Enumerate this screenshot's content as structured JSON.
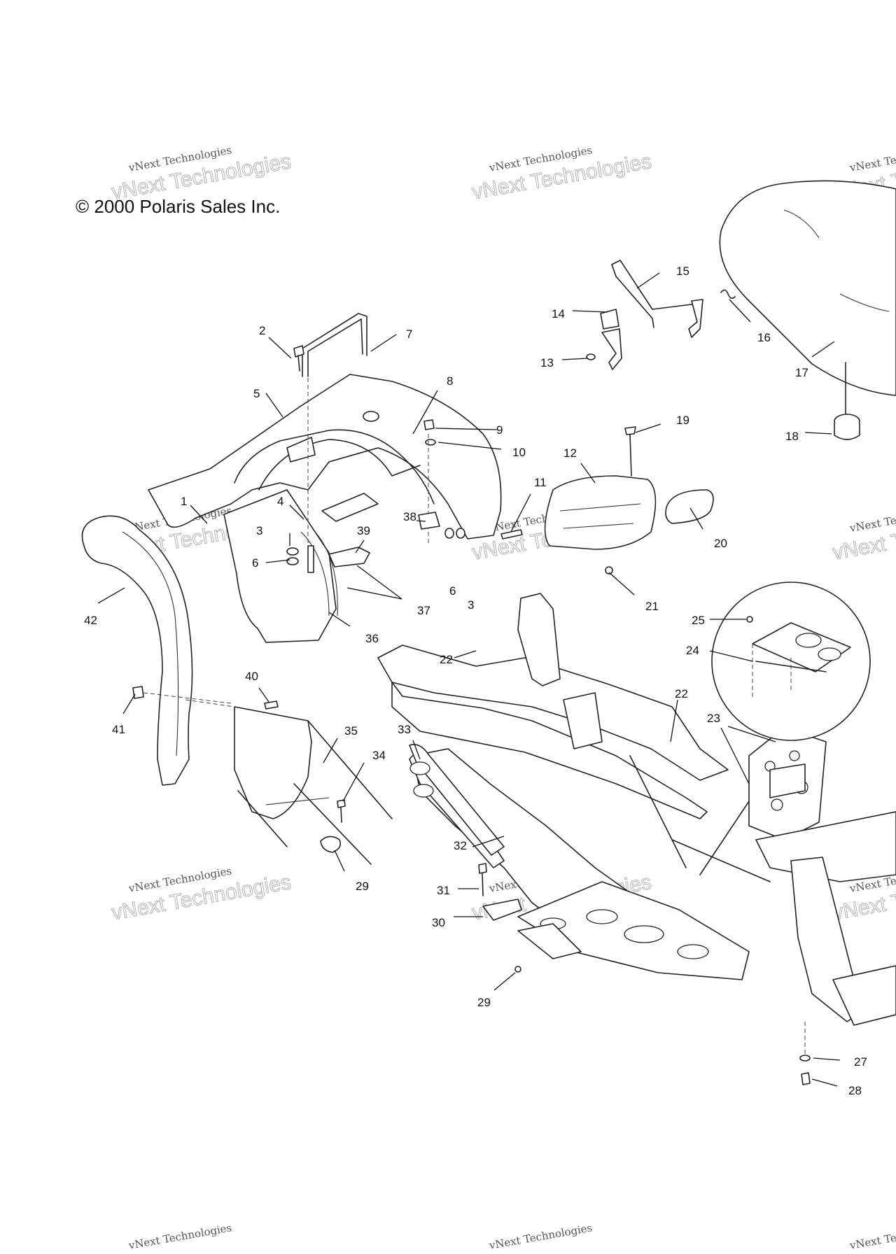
{
  "copyright": "© 2000 Polaris Sales Inc.",
  "watermark": {
    "line1": "vNext Technologies",
    "line2": "vNext Technologies"
  },
  "callouts": {
    "c1": "1",
    "c2": "2",
    "c3a": "3",
    "c3b": "3",
    "c4": "4",
    "c5": "5",
    "c6a": "6",
    "c6b": "6",
    "c7": "7",
    "c8": "8",
    "c9": "9",
    "c10": "10",
    "c11": "11",
    "c12": "12",
    "c13": "13",
    "c14": "14",
    "c15": "15",
    "c16": "16",
    "c17": "17",
    "c18": "18",
    "c19": "19",
    "c20": "20",
    "c21": "21",
    "c22a": "22",
    "c22b": "22",
    "c23": "23",
    "c24": "24",
    "c25": "25",
    "c27": "27",
    "c28": "28",
    "c29a": "29",
    "c29b": "29",
    "c30": "30",
    "c31": "31",
    "c32": "32",
    "c33": "33",
    "c34": "34",
    "c35": "35",
    "c36": "36",
    "c37": "37",
    "c38": "38",
    "c39": "39",
    "c40": "40",
    "c41": "41",
    "c42": "42"
  }
}
